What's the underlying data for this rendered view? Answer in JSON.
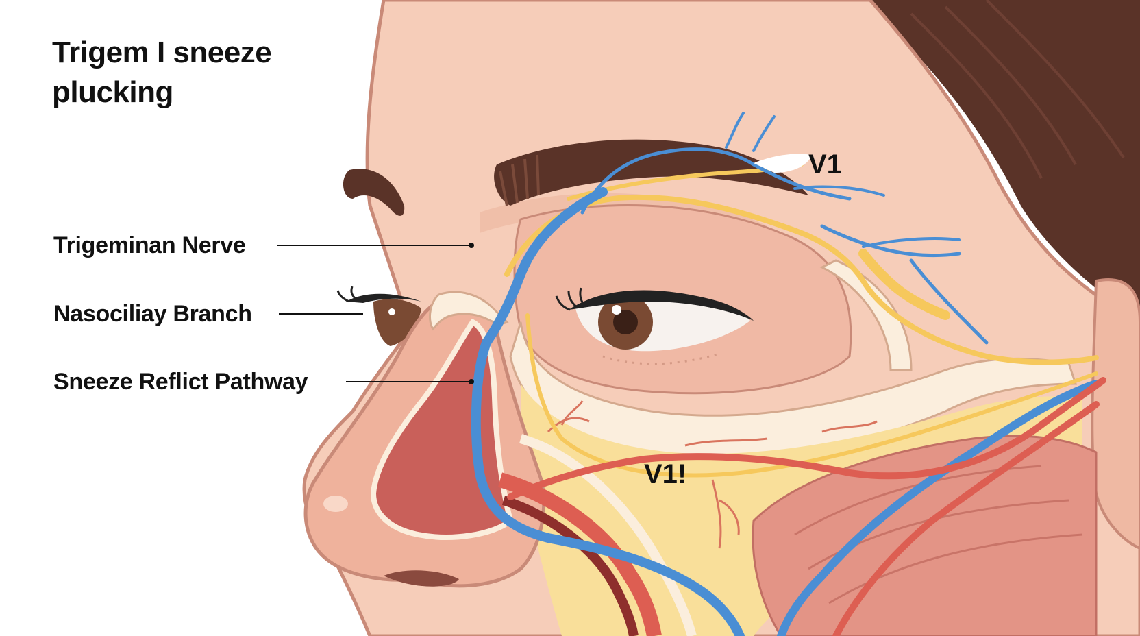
{
  "title": "Trigem I sneeze plucking",
  "labels": {
    "trigeminal": "Trigeminan Nerve",
    "nasociliary": "Nasociliay Branch",
    "sneeze_pathway": "Sneeze Reflict Pathway"
  },
  "tags": {
    "v1_upper": "V1",
    "v1_lower": "V1!"
  },
  "colors": {
    "skin": "#f6cdb9",
    "skin_shadow": "#ecb39d",
    "outline": "#c98a78",
    "hair": "#5a3328",
    "nerve_yellow": "#f6c85c",
    "nerve_blue": "#4a8ed4",
    "nerve_red": "#dd5e52",
    "nasal_cavity": "#c9605a",
    "bone": "#fbeedd",
    "fat": "#f9df9a",
    "muscle": "#e39486"
  }
}
